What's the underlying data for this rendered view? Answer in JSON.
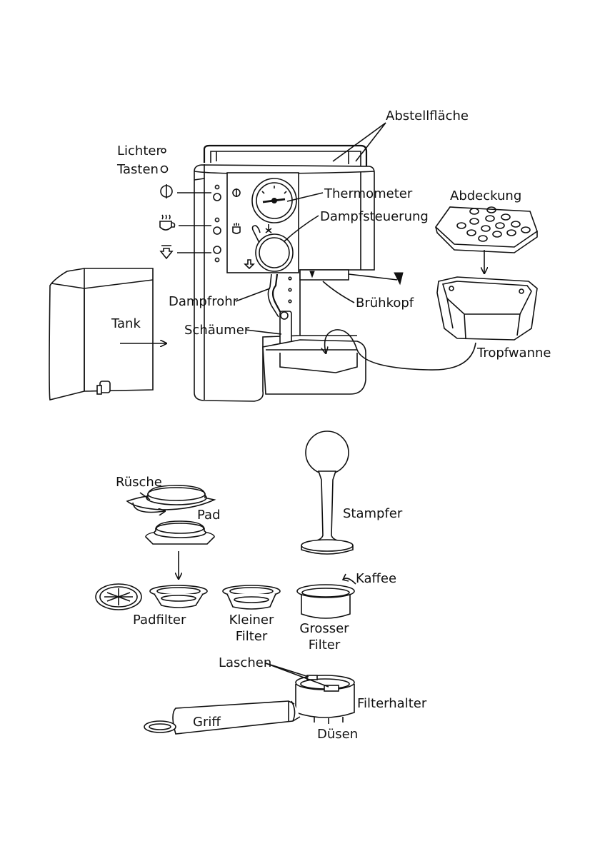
{
  "machine": {
    "lights_label": "Lichter",
    "buttons_label": "Tasten",
    "parking_label": "Abstellfläche",
    "thermometer_label": "Thermometer",
    "steam_control_label": "Dampfsteuerung",
    "steam_pipe_label": "Dampfrohr",
    "brew_head_label": "Brühkopf",
    "frother_label": "Schäumer",
    "tank_label": "Tank",
    "cover_label": "Abdeckung",
    "drip_tray_label": "Tropfwanne"
  },
  "accessories": {
    "ruffle_label": "Rüsche",
    "pad_label": "Pad",
    "tamper_label": "Stampfer",
    "coffee_label": "Kaffee",
    "pad_filter_label": "Padfilter",
    "small_filter_label_1": "Kleiner",
    "small_filter_label_2": "Filter",
    "large_filter_label_1": "Grosser",
    "large_filter_label_2": "Filter",
    "tabs_label": "Laschen",
    "filter_holder_label": "Filterhalter",
    "handle_label": "Griff",
    "nozzles_label": "Düsen"
  },
  "icons": [
    "power-icon",
    "cup-icon",
    "steam-icon",
    "light-dot-icon",
    "button-ring-icon"
  ]
}
